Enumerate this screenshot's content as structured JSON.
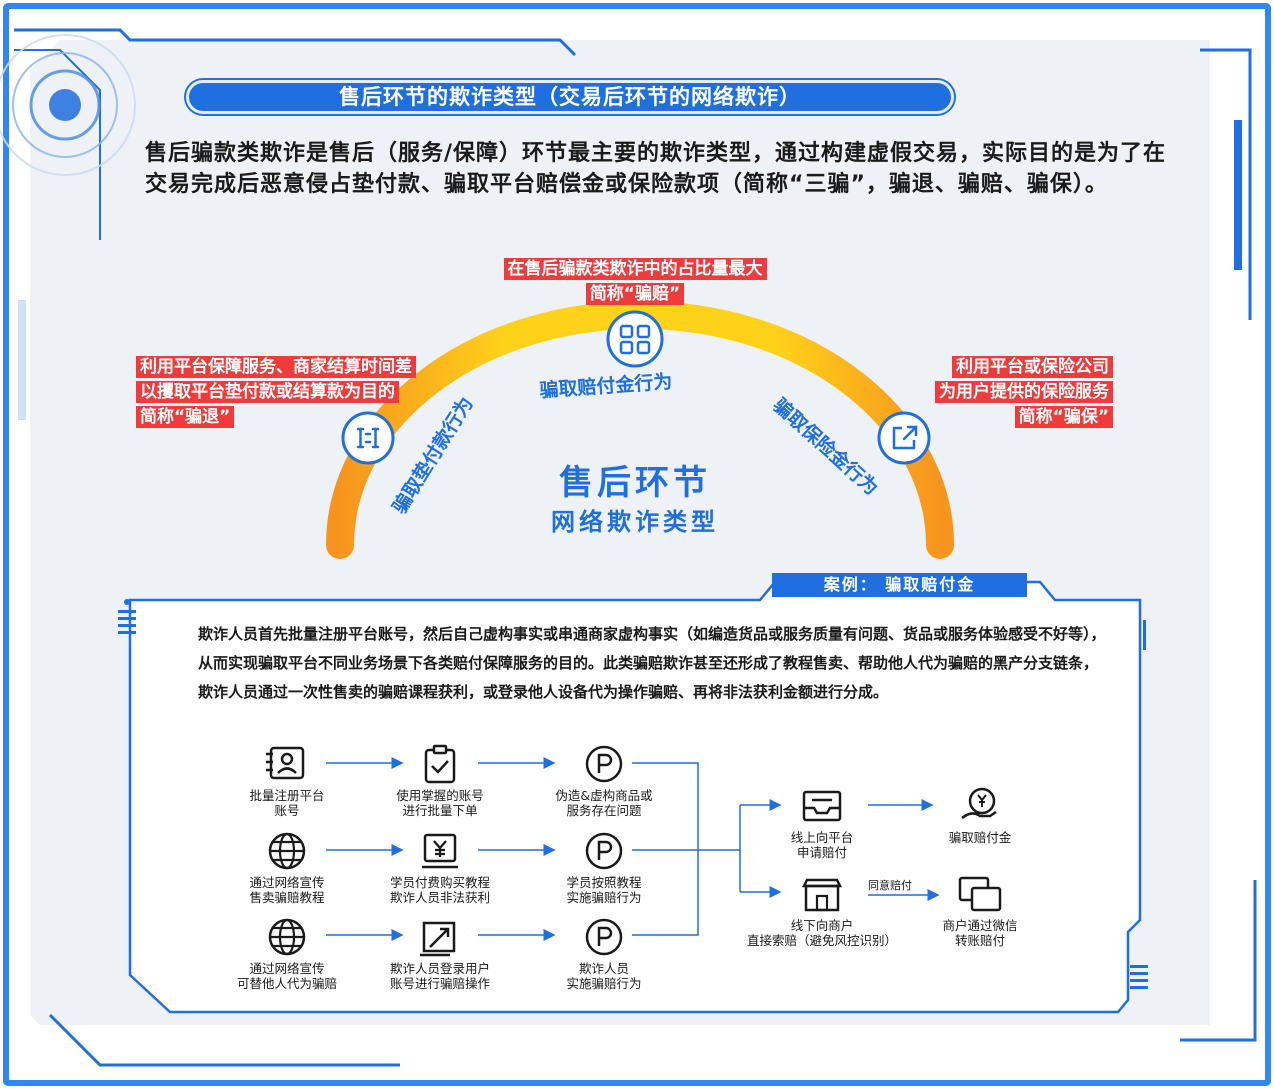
{
  "header": {
    "title": "售后环节的欺诈类型（交易后环节的网络欺诈）",
    "intro": "售后骗款类欺诈是售后（服务/保障）环节最主要的欺诈类型，通过构建虚假交易，实际目的是为了在交易完成后恶意侵占垫付款、骗取平台赔偿金或保险款项（简称“三骗”，骗退、骗赔、骗保）。"
  },
  "arc": {
    "center_title": "售后环节",
    "center_subtitle": "网络欺诈类型",
    "colors": {
      "arc_yellow": "#ffd21a",
      "arc_orange": "#f7941d",
      "accent_blue": "#1f6fe0",
      "callout_red": "#ef3b3b"
    },
    "behaviors": {
      "left": {
        "label": "骗取垫付款行为",
        "icon": "refund-icon"
      },
      "top": {
        "label": "骗取赔付金行为",
        "icon": "grid-icon"
      },
      "right": {
        "label": "骗取保险金行为",
        "icon": "share-icon"
      }
    },
    "callouts": {
      "top": [
        "在售后骗款类欺诈中的占比量最大",
        "简称“骗赔”"
      ],
      "left": [
        "利用平台保障服务、商家结算时间差",
        "以攫取平台垫付款或结算款为目的",
        "简称“骗退”"
      ],
      "right": [
        "利用平台或保险公司",
        "为用户提供的保险服务",
        "简称“骗保”"
      ]
    }
  },
  "case": {
    "tab": "案例：  骗取赔付金",
    "text": "欺诈人员首先批量注册平台账号，然后自己虚构事实或串通商家虚构事实（如编造货品或服务质量有问题、货品或服务体验感受不好等），从而实现骗取平台不同业务场景下各类赔付保障服务的目的。此类骗赔欺诈甚至还形成了教程售卖、帮助他人代为骗赔的黑产分支链条，欺诈人员通过一次性售卖的骗赔课程获利，或登录他人设备代为操作骗赔、再将非法获利金额进行分成。",
    "flow": {
      "rows": [
        [
          {
            "icon": "id-card-icon",
            "lines": [
              "批量注册平台",
              "账号"
            ]
          },
          {
            "icon": "clipboard-check-icon",
            "lines": [
              "使用掌握的账号",
              "进行批量下单"
            ]
          },
          {
            "icon": "p-coin-icon",
            "lines": [
              "伪造&虚构商品或",
              "服务存在问题"
            ]
          }
        ],
        [
          {
            "icon": "globe-icon",
            "lines": [
              "通过网络宣传",
              "售卖骗赔教程"
            ]
          },
          {
            "icon": "yen-cart-icon",
            "lines": [
              "学员付费购买教程",
              "欺诈人员非法获利"
            ]
          },
          {
            "icon": "p-coin-icon",
            "lines": [
              "学员按照教程",
              "实施骗赔行为"
            ]
          }
        ],
        [
          {
            "icon": "globe-icon",
            "lines": [
              "通过网络宣传",
              "可替他人代为骗赔"
            ]
          },
          {
            "icon": "remote-login-icon",
            "lines": [
              "欺诈人员登录用户",
              "账号进行骗赔操作"
            ]
          },
          {
            "icon": "p-coin-icon",
            "lines": [
              "欺诈人员",
              "实施骗赔行为"
            ]
          }
        ]
      ],
      "outcomes": {
        "online": {
          "icon": "inbox-icon",
          "lines": [
            "线上向平台",
            "申请赔付"
          ]
        },
        "online_result": {
          "icon": "yen-hand-icon",
          "lines": [
            "骗取赔付金"
          ]
        },
        "offline": {
          "icon": "store-icon",
          "lines": [
            "线下向商户",
            "直接索赔（避免风控识别）"
          ]
        },
        "offline_result": {
          "icon": "chat-icon",
          "lines": [
            "商户通过微信",
            "转账赔付"
          ]
        },
        "offline_arrow_label": "同意赔付"
      }
    }
  }
}
